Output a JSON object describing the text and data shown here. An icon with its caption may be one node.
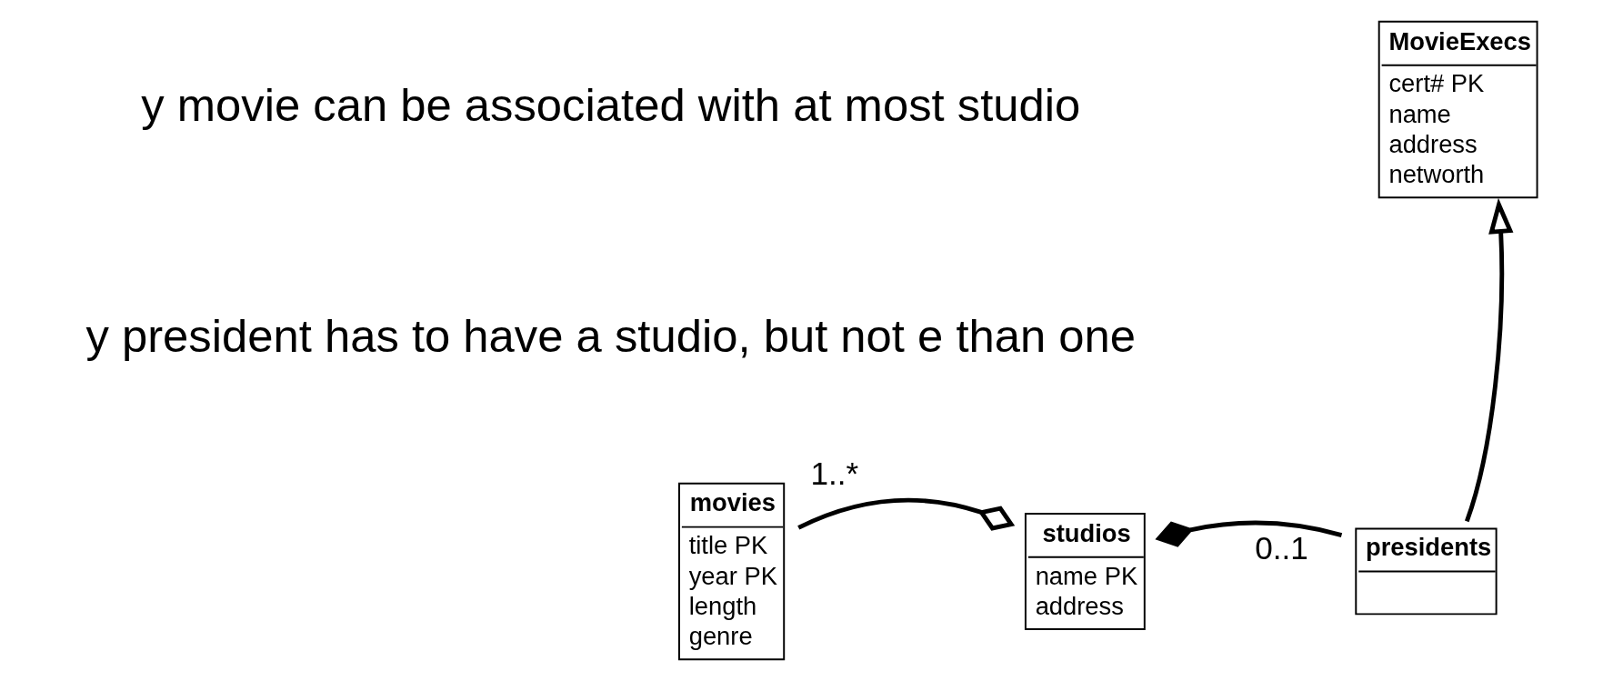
{
  "diagram": {
    "nodes": [
      {
        "text": [
          "MovieExecs",
          "cert# PK",
          "name",
          "address",
          "networth"
        ]
      },
      {
        "text": [
          "movies",
          "title PK",
          "year PK",
          "length",
          "genre"
        ]
      },
      {
        "text": [
          "studios",
          "name PK",
          "address"
        ]
      },
      {
        "text": [
          "presidents"
        ]
      }
    ],
    "edges": [
      {
        "from": 1,
        "to": 2,
        "arrow": "other",
        "label": "1..*"
      },
      {
        "from": 3,
        "to": 2,
        "arrow": "other",
        "label": "0..1"
      },
      {
        "from": 3,
        "to": 0,
        "arrow": "to"
      }
    ],
    "labels": [
      "y movie can be associated with at most studio",
      "y president has to have a studio, but not e than one"
    ]
  }
}
